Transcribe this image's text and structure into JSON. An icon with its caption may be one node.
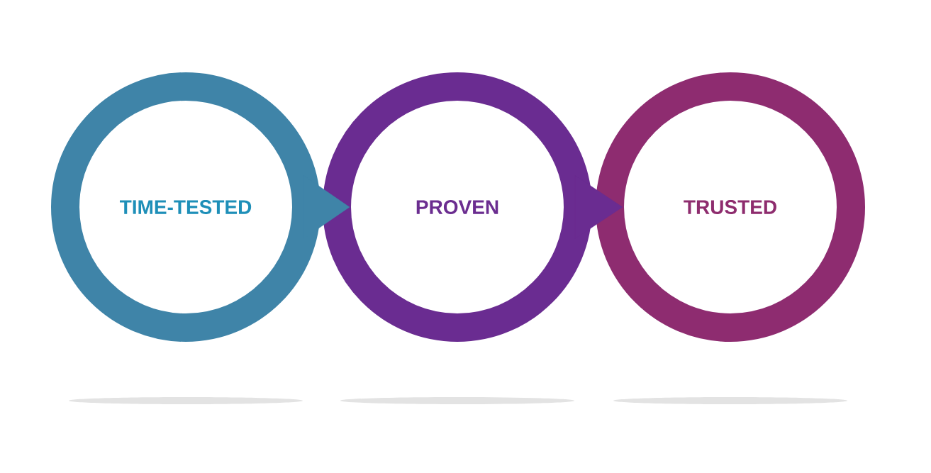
{
  "diagram": {
    "nodes": [
      {
        "text": [
          "TIME-TESTED"
        ]
      },
      {
        "text": [
          "PROVEN"
        ]
      },
      {
        "text": [
          "TRUSTED"
        ]
      }
    ],
    "edges": [
      {
        "from": 0,
        "to": 1,
        "arrow": "to",
        "color": "#3f84a8"
      },
      {
        "from": 1,
        "to": 2,
        "arrow": "to",
        "color": "#6a2c91"
      }
    ]
  }
}
